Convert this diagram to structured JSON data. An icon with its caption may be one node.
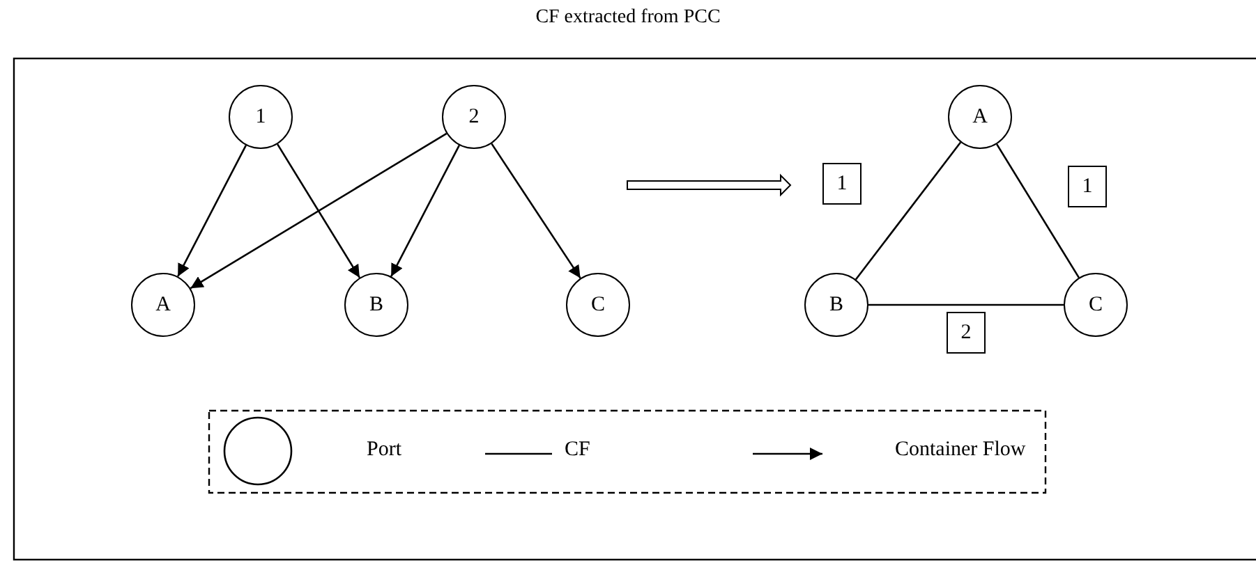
{
  "diagram": {
    "title": "CF extracted from PCC",
    "nodes": [
      {
        "text": [
          "1"
        ]
      },
      {
        "text": [
          "2"
        ]
      },
      {
        "text": [
          "A"
        ]
      },
      {
        "text": [
          "B"
        ]
      },
      {
        "text": [
          "C"
        ]
      },
      {
        "text": [
          "A"
        ]
      },
      {
        "text": [
          "B"
        ]
      },
      {
        "text": [
          "C"
        ]
      }
    ],
    "edges": [
      {
        "from": 0,
        "to": 2,
        "arrow": "to"
      },
      {
        "from": 0,
        "to": 3,
        "arrow": "to"
      },
      {
        "from": 1,
        "to": 2,
        "arrow": "to"
      },
      {
        "from": 1,
        "to": 3,
        "arrow": "to"
      },
      {
        "from": 1,
        "to": 4,
        "arrow": "to"
      },
      {
        "from": 5,
        "to": 6,
        "arrow": "none",
        "label": "1"
      },
      {
        "from": 5,
        "to": 7,
        "arrow": "none",
        "label": "1"
      },
      {
        "from": 6,
        "to": 7,
        "arrow": "none",
        "label": "2"
      }
    ],
    "legend": [
      {
        "text": "Port"
      },
      {
        "text": "CF"
      },
      {
        "text": "Container Flow"
      }
    ]
  }
}
